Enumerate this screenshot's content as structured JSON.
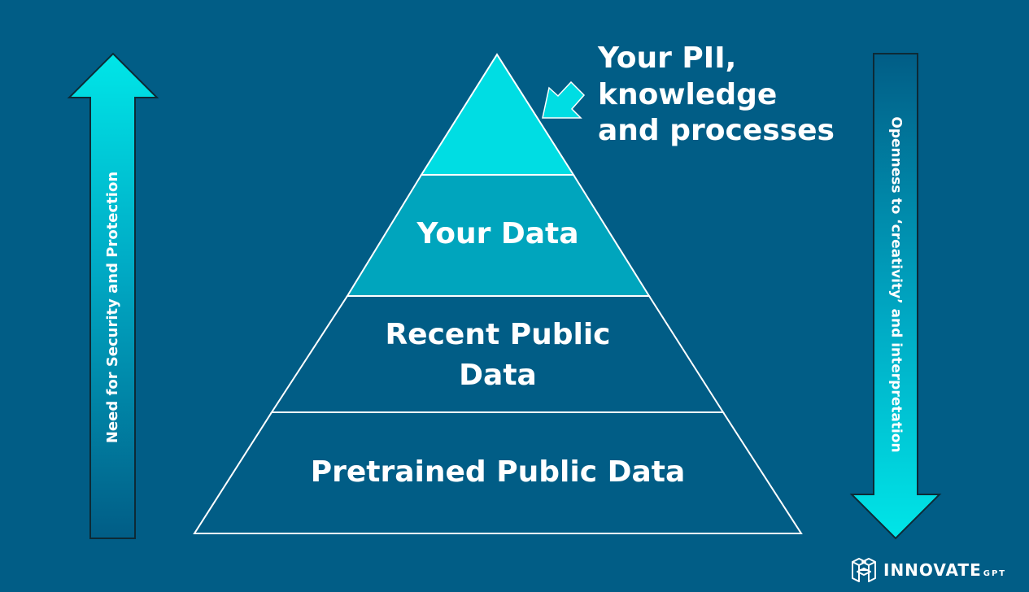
{
  "background_color": "#015d86",
  "accent_color": "#00e3e6",
  "pyramid": {
    "tiers": [
      {
        "label": "",
        "fill": "#00dde3"
      },
      {
        "label": "Your Data",
        "fill": "#00a5bd"
      },
      {
        "label_line1": "Recent Public",
        "label_line2": "Data",
        "fill": "#015d86"
      },
      {
        "label": "Pretrained Public Data",
        "fill": "#015d86"
      }
    ]
  },
  "callout": {
    "line1": "Your PII,",
    "line2": "knowledge",
    "line3": "and processes",
    "pointer_icon": "arrow-pointer-icon"
  },
  "left_arrow": {
    "direction": "up",
    "label": "Need for Security and Protection"
  },
  "right_arrow": {
    "direction": "down",
    "label": "Openness to ‘creativity’ and interpretation"
  },
  "logo": {
    "brand": "INNOVATE",
    "suffix": "GPT",
    "icon": "innovate-logo-icon"
  }
}
